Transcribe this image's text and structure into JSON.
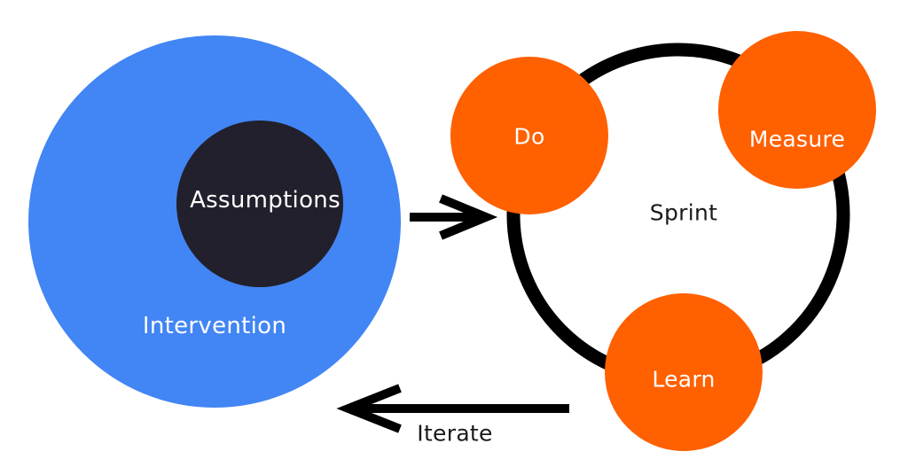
{
  "diagram": {
    "nodes": {
      "intervention": {
        "label": "Intervention"
      },
      "assumptions": {
        "label": "Assumptions"
      },
      "do": {
        "label": "Do"
      },
      "measure": {
        "label": "Measure"
      },
      "learn": {
        "label": "Learn"
      }
    },
    "cycle": {
      "label": "Sprint"
    },
    "edges": [
      {
        "from": "intervention",
        "to": "do",
        "label": ""
      },
      {
        "from": "learn",
        "to": "intervention",
        "label": "Iterate"
      }
    ],
    "iterate_label": "Iterate"
  },
  "colors": {
    "intervention": "#4285f4",
    "assumptions": "#21202c",
    "step": "#ff6000",
    "ring": "#000000",
    "arrow": "#000000",
    "light_text": "#ffffff",
    "dark_text": "#1a1a1a"
  }
}
